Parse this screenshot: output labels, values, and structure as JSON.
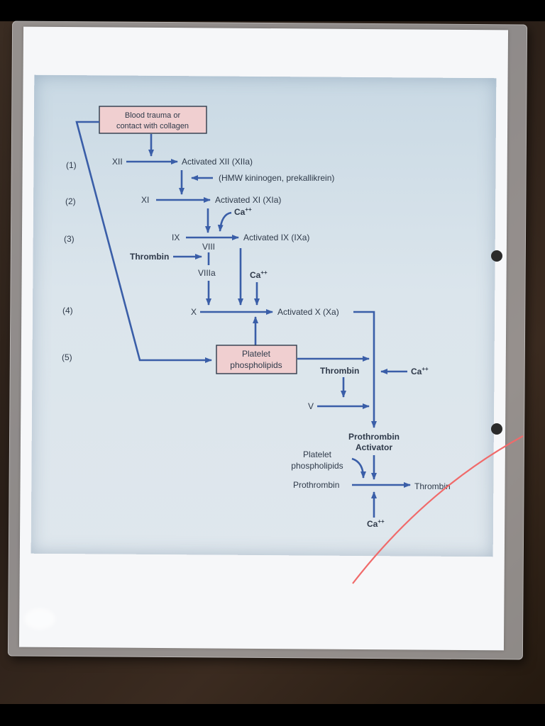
{
  "steps": [
    "(1)",
    "(2)",
    "(3)",
    "(4)",
    "(5)"
  ],
  "boxes": {
    "trauma": [
      "Blood trauma or",
      "contact with collagen"
    ],
    "platelet": [
      "Platelet",
      "phospholipids"
    ]
  },
  "labels": {
    "xii": "XII",
    "activated_xii": "Activated XII (XIIa)",
    "hmw": "(HMW kininogen, prekallikrein)",
    "xi": "XI",
    "activated_xi": "Activated XI (XIa)",
    "ix": "IX",
    "activated_ix": "Activated IX (IXa)",
    "viii": "VIII",
    "thrombin_1": "Thrombin",
    "viiia": "VIIIa",
    "x": "X",
    "activated_x": "Activated X (Xa)",
    "thrombin_2": "Thrombin",
    "v": "V",
    "prothrombin_activator": [
      "Prothrombin",
      "Activator"
    ],
    "platelet_phospholipids_2": [
      "Platelet",
      "phospholipids"
    ],
    "prothrombin": "Prothrombin",
    "thrombin_final": "Thrombin",
    "ca_base": "Ca",
    "ca_sup": "++"
  },
  "colors": {
    "arrow": "#3a5ea8",
    "box_fill": "#f0cfd0",
    "panel": "#d6e2ea",
    "pen_mark": "#f06a6a"
  }
}
